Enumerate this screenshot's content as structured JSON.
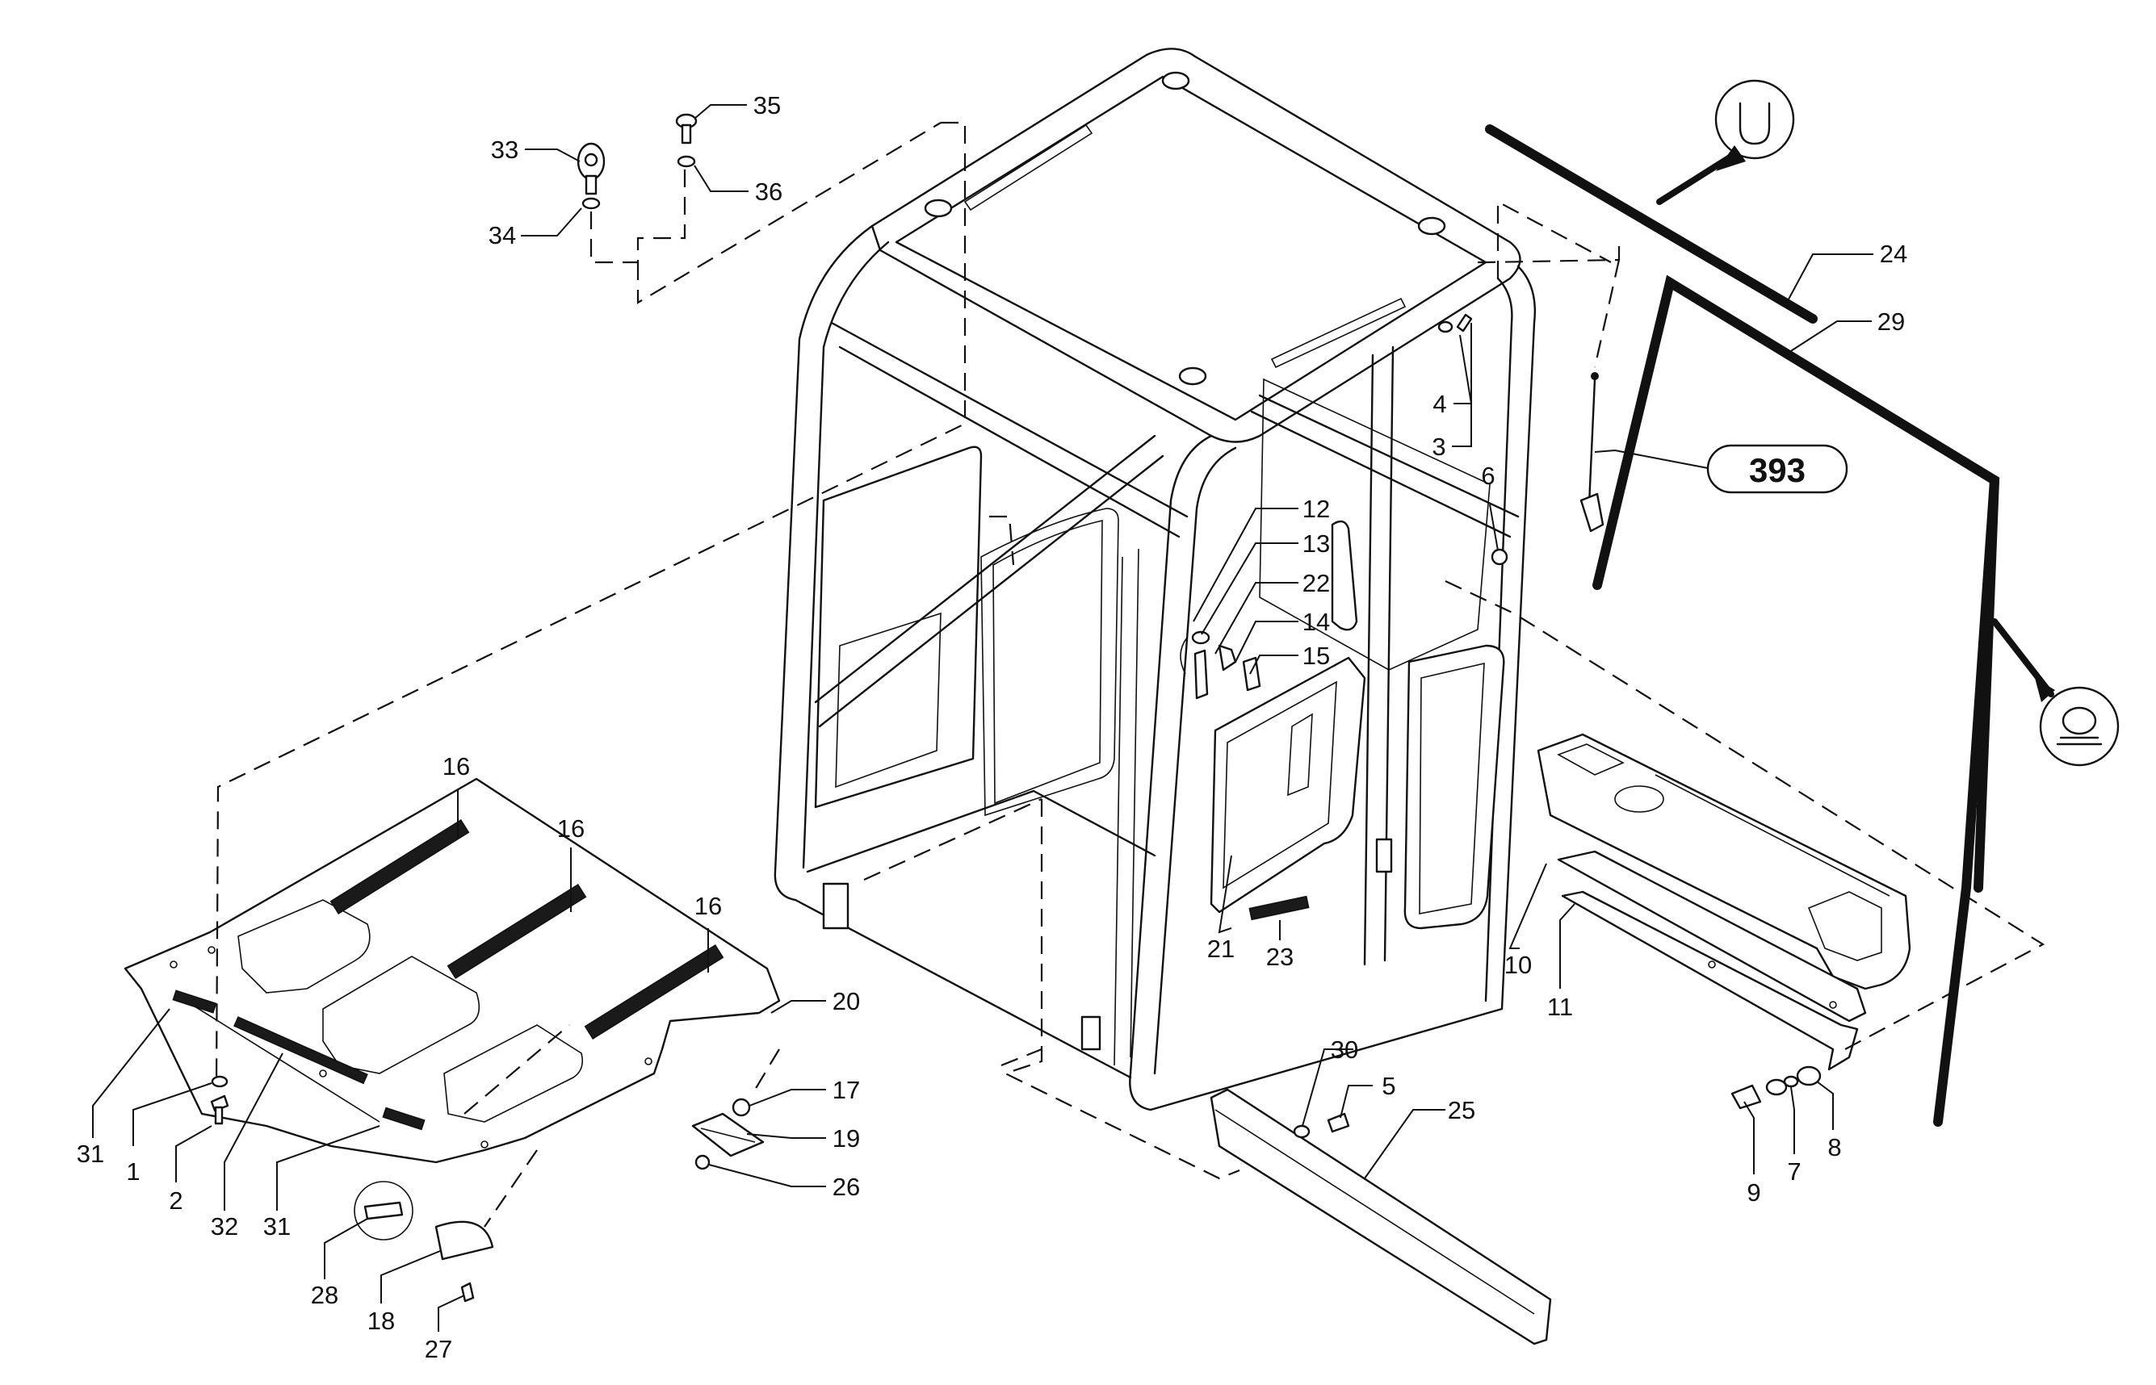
{
  "callouts": [
    {
      "id": "c1",
      "text": "1"
    },
    {
      "id": "c2",
      "text": "2"
    },
    {
      "id": "c3",
      "text": "3"
    },
    {
      "id": "c4",
      "text": "4"
    },
    {
      "id": "c5",
      "text": "5"
    },
    {
      "id": "c6",
      "text": "6"
    },
    {
      "id": "c7",
      "text": "7"
    },
    {
      "id": "c8",
      "text": "8"
    },
    {
      "id": "c9",
      "text": "9"
    },
    {
      "id": "c10",
      "text": "10"
    },
    {
      "id": "c11",
      "text": "11"
    },
    {
      "id": "c12",
      "text": "12"
    },
    {
      "id": "c13",
      "text": "13"
    },
    {
      "id": "c14",
      "text": "14"
    },
    {
      "id": "c15",
      "text": "15"
    },
    {
      "id": "c16a",
      "text": "16"
    },
    {
      "id": "c16b",
      "text": "16"
    },
    {
      "id": "c16c",
      "text": "16"
    },
    {
      "id": "c17",
      "text": "17"
    },
    {
      "id": "c18",
      "text": "18"
    },
    {
      "id": "c19",
      "text": "19"
    },
    {
      "id": "c20",
      "text": "20"
    },
    {
      "id": "c21",
      "text": "21"
    },
    {
      "id": "c22",
      "text": "22"
    },
    {
      "id": "c23",
      "text": "23"
    },
    {
      "id": "c24",
      "text": "24"
    },
    {
      "id": "c25",
      "text": "25"
    },
    {
      "id": "c26",
      "text": "26"
    },
    {
      "id": "c27",
      "text": "27"
    },
    {
      "id": "c28",
      "text": "28"
    },
    {
      "id": "c29",
      "text": "29"
    },
    {
      "id": "c30",
      "text": "30"
    },
    {
      "id": "c31a",
      "text": "31"
    },
    {
      "id": "c31b",
      "text": "31"
    },
    {
      "id": "c32",
      "text": "32"
    },
    {
      "id": "c33",
      "text": "33"
    },
    {
      "id": "c34",
      "text": "34"
    },
    {
      "id": "c35",
      "text": "35"
    },
    {
      "id": "c36",
      "text": "36"
    }
  ],
  "reference_box": {
    "text": "393"
  },
  "symbols": [
    "u-shape-symbol-icon",
    "lamp-symbol-icon"
  ]
}
